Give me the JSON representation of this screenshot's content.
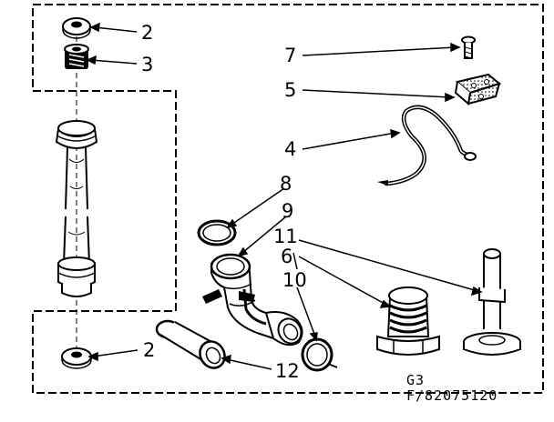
{
  "diagram": {
    "callouts": [
      "2",
      "3",
      "7",
      "5",
      "4",
      "8",
      "9",
      "11",
      "6",
      "10",
      "2",
      "12"
    ],
    "section_code": "G3",
    "part_number": "F/82075120"
  }
}
